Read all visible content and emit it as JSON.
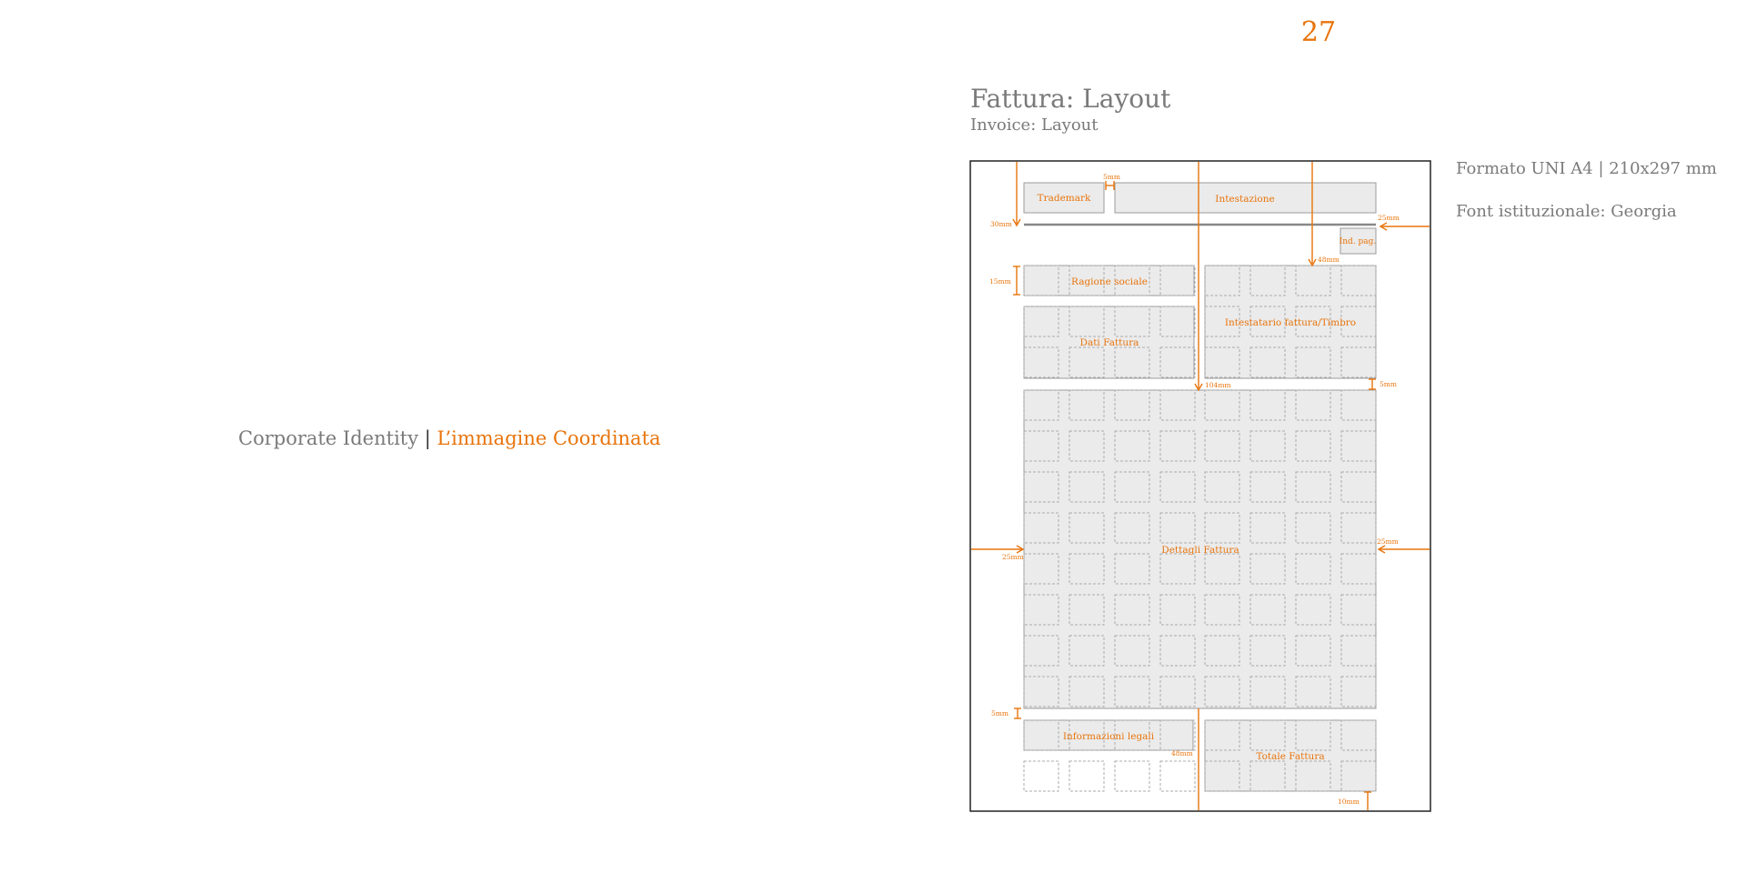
{
  "page_number": "27",
  "left_caption": {
    "part1": "Corporate Identity",
    "separator": "|",
    "part2": "L’immagine Coordinata"
  },
  "title": "Fattura: Layout",
  "subtitle": "Invoice: Layout",
  "info": {
    "format": "Formato UNI A4 | 210x297 mm",
    "font": "Font istituzionale: Georgia"
  },
  "blocks": {
    "trademark": "Trademark",
    "intestazione": "Intestazione",
    "ind_pag": "Ind. pag.",
    "ragione_sociale": "Ragione sociale",
    "dati_fattura": "Dati Fattura",
    "intestatario": "Intestatario fattura/Timbro",
    "dettagli": "Dettagli Fattura",
    "informazioni_legali": "Informazioni legali",
    "totale": "Totale Fattura"
  },
  "measures": {
    "m5_top": "5mm",
    "m30": "30mm",
    "m25_top": "25mm",
    "m48_top": "48mm",
    "m15": "15mm",
    "m104": "104mm",
    "m5_right": "5mm",
    "m25_left": "25mm",
    "m25_right": "25mm",
    "m5_bottom": "5mm",
    "m48_bottom": "48mm",
    "m10": "10mm"
  },
  "colors": {
    "accent": "#e8740c",
    "text_gray": "#7a7a7a",
    "block_fill": "#ebebeb"
  }
}
